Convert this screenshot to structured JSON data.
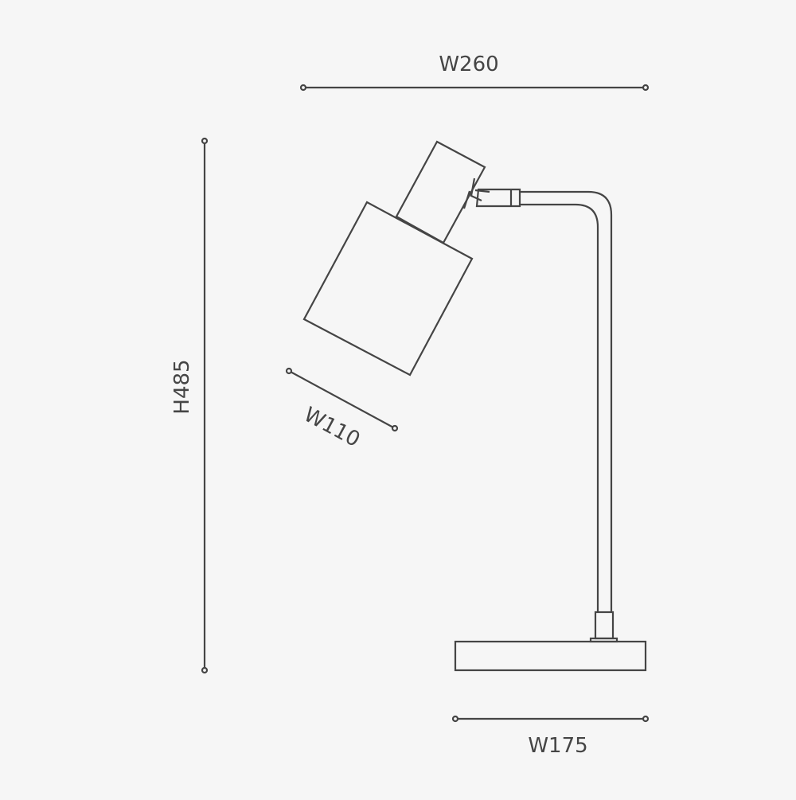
{
  "drawing": {
    "line_color": "#454545",
    "background_color": "#f6f6f6",
    "dimensions": {
      "overall_width": "W260",
      "height": "H485",
      "shade_width": "W110",
      "base_width": "W175"
    }
  }
}
